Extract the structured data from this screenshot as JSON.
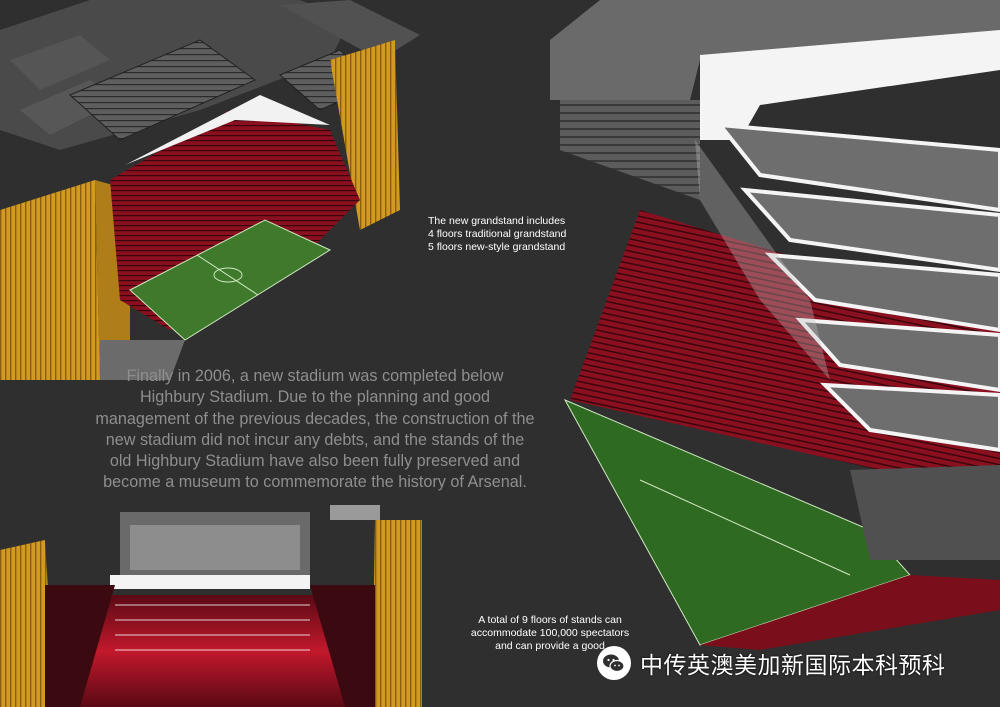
{
  "notes": {
    "grandstand_lines": [
      "The new grandstand includes",
      "4 floors traditional grandstand",
      "5 floors new-style grandstand"
    ],
    "capacity_lines": [
      "A total of 9 floors of stands can",
      "accommodate 100,000 spectators",
      "and can provide a good"
    ]
  },
  "main_text": [
    "Finally in 2006, a new stadium was completed below",
    "Highbury Stadium.  Due to the planning and good",
    "management of the previous decades, the construction of the",
    "new stadium did not incur any debts, and the stands of the",
    "old Highbury Stadium have also been fully preserved and",
    "become a museum to commemorate the history of Arsenal."
  ],
  "watermark": {
    "text": "中传英澳美加新国际本科预科",
    "icon": "wechat-icon"
  },
  "colors": {
    "background": "#2f2f30",
    "seat_red": "#8a1020",
    "pitch_green": "#3f7a2c",
    "timber_gold": "#d39a22",
    "concrete_gray": "#6b6b6b",
    "main_text_gray": "#8e8e8e"
  }
}
